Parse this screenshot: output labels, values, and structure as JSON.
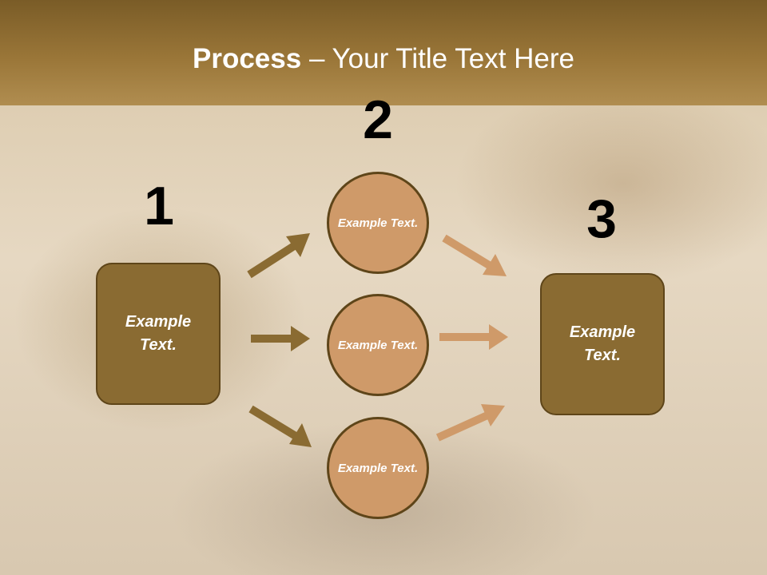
{
  "slide": {
    "title_bold": "Process",
    "title_rest": " – Your Title Text Here"
  },
  "steps": {
    "num1": "1",
    "num2": "2",
    "num3": "3",
    "box_left": "Example Text.",
    "box_right": "Example Text.",
    "circle_top": "Example Text.",
    "circle_mid": "Example Text.",
    "circle_bot": "Example Text."
  },
  "colors": {
    "header": "#9a7638",
    "box_fill": "#8a6b32",
    "circle_fill": "#cf9a69",
    "arrow_dark": "#8a6b32",
    "arrow_light": "#cf9a69",
    "outline": "#5e4519"
  }
}
